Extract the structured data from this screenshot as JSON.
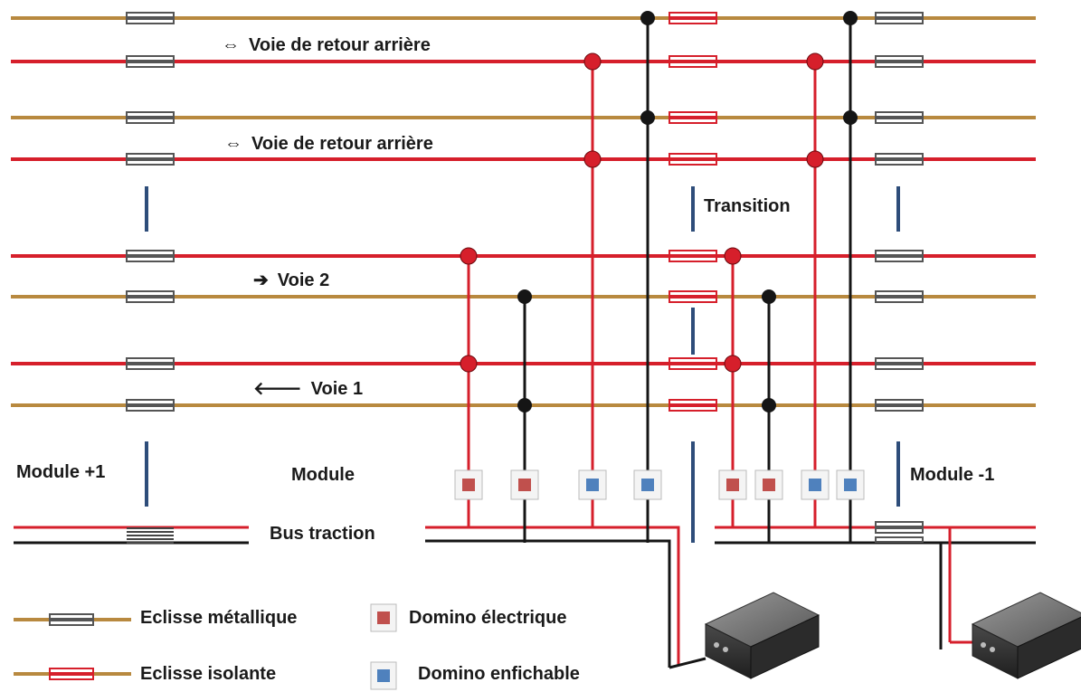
{
  "colors": {
    "rail_red": "#d61f2b",
    "rail_brown": "#b8893f",
    "wire_black": "#151515",
    "joint_blue": "#2e4d7a",
    "domino_red": "#c0504d",
    "domino_blue": "#4f81bd"
  },
  "tracks": {
    "retour_top": {
      "arrow": "⇔",
      "label": "Voie  de retour arrière"
    },
    "retour_mid": {
      "arrow": "⇔",
      "label": "Voie  de retour arrière"
    },
    "voie2": {
      "arrow": "➔",
      "label": "Voie  2"
    },
    "voie1": {
      "arrow": "🡐",
      "label": "Voie  1"
    }
  },
  "labels": {
    "transition": "Transition",
    "module_plus": "Module +1",
    "module": "Module",
    "module_minus": "Module -1",
    "bus": "Bus traction"
  },
  "legend": {
    "eclisse_metallique": "Eclisse métallique",
    "eclisse_isolante": "Eclisse isolante",
    "domino_electrique": "Domino électrique",
    "domino_enfichable": "Domino enfichable"
  },
  "icons": {
    "arrow_both": "double-arrow-icon",
    "arrow_right": "right-arrow-icon",
    "arrow_left": "left-arrow-icon",
    "power_box": "power-supply-box-icon"
  }
}
